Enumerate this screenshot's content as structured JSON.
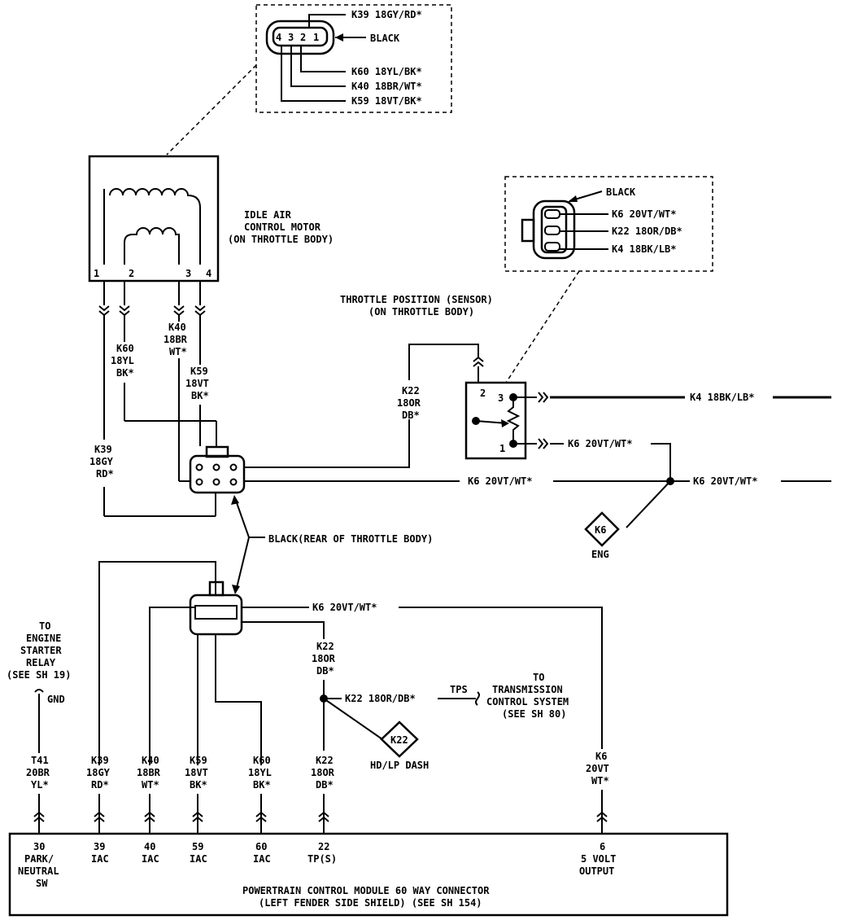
{
  "iac_connector": {
    "color": "BLACK",
    "pins": [
      "4",
      "3",
      "2",
      "1"
    ],
    "wires": [
      "K39 18GY/RD*",
      "K60 18YL/BK*",
      "K40 18BR/WT*",
      "K59 18VT/BK*"
    ]
  },
  "iac_motor": {
    "title": [
      "IDLE AIR",
      "CONTROL MOTOR",
      "(ON THROTTLE BODY)"
    ],
    "pins": [
      "1",
      "2",
      "3",
      "4"
    ]
  },
  "iac_wires": {
    "k60": [
      "K60",
      "18YL",
      "BK*"
    ],
    "k40": [
      "K40",
      "18BR",
      "WT*"
    ],
    "k59": [
      "K59",
      "18VT",
      "BK*"
    ],
    "k39": [
      "K39",
      "18GY",
      "RD*"
    ]
  },
  "tps_connector": {
    "color": "BLACK",
    "wires": [
      "K6 20VT/WT*",
      "K22 18OR/DB*",
      "K4 18BK/LB*"
    ]
  },
  "tps": {
    "title": [
      "THROTTLE POSITION (SENSOR)",
      "(ON THROTTLE BODY)"
    ],
    "pins": [
      "2",
      "3",
      "1"
    ]
  },
  "tps_wires": {
    "k22": [
      "K22",
      "18OR",
      "DB*"
    ],
    "k4": "K4 18BK/LB*",
    "k6_upper": "K6 20VT/WT*",
    "k6_right": "K6 20VT/WT*",
    "k6_mid": "K6 20VT/WT*"
  },
  "splice_k6": {
    "label": "K6",
    "location": "ENG"
  },
  "rear_connector_label": "BLACK(REAR OF THROTTLE BODY)",
  "lower_wires": {
    "k6_lower": "K6 20VT/WT*",
    "k22_down": [
      "K22",
      "18OR",
      "DB*"
    ],
    "k22_tps": "K22 18OR/DB*",
    "tps_tag": "TPS"
  },
  "transmission": [
    "TO",
    "TRANSMISSION",
    "CONTROL SYSTEM",
    "(SEE SH 80)"
  ],
  "splice_k22": {
    "label": "K22",
    "location": "HD/LP DASH"
  },
  "starter_relay": {
    "lines": [
      "TO",
      "ENGINE",
      "STARTER",
      "RELAY",
      "(SEE SH 19)"
    ],
    "gnd": "GND"
  },
  "pcm_wires": [
    [
      "T41",
      "20BR",
      "YL*"
    ],
    [
      "K39",
      "18GY",
      "RD*"
    ],
    [
      "K40",
      "18BR",
      "WT*"
    ],
    [
      "K59",
      "18VT",
      "BK*"
    ],
    [
      "K60",
      "18YL",
      "BK*"
    ],
    [
      "K22",
      "18OR",
      "DB*"
    ],
    [
      "K6",
      "20VT",
      "WT*"
    ]
  ],
  "pcm_pins": [
    [
      "30",
      "PARK/",
      "NEUTRAL",
      "SW"
    ],
    [
      "39",
      "IAC"
    ],
    [
      "40",
      "IAC"
    ],
    [
      "59",
      "IAC"
    ],
    [
      "60",
      "IAC"
    ],
    [
      "22",
      "TP(S)"
    ],
    [
      "6",
      "5 VOLT",
      "OUTPUT"
    ]
  ],
  "pcm_title": [
    "POWERTRAIN CONTROL MODULE 60 WAY CONNECTOR",
    "(LEFT FENDER SIDE SHIELD) (SEE SH 154)"
  ]
}
